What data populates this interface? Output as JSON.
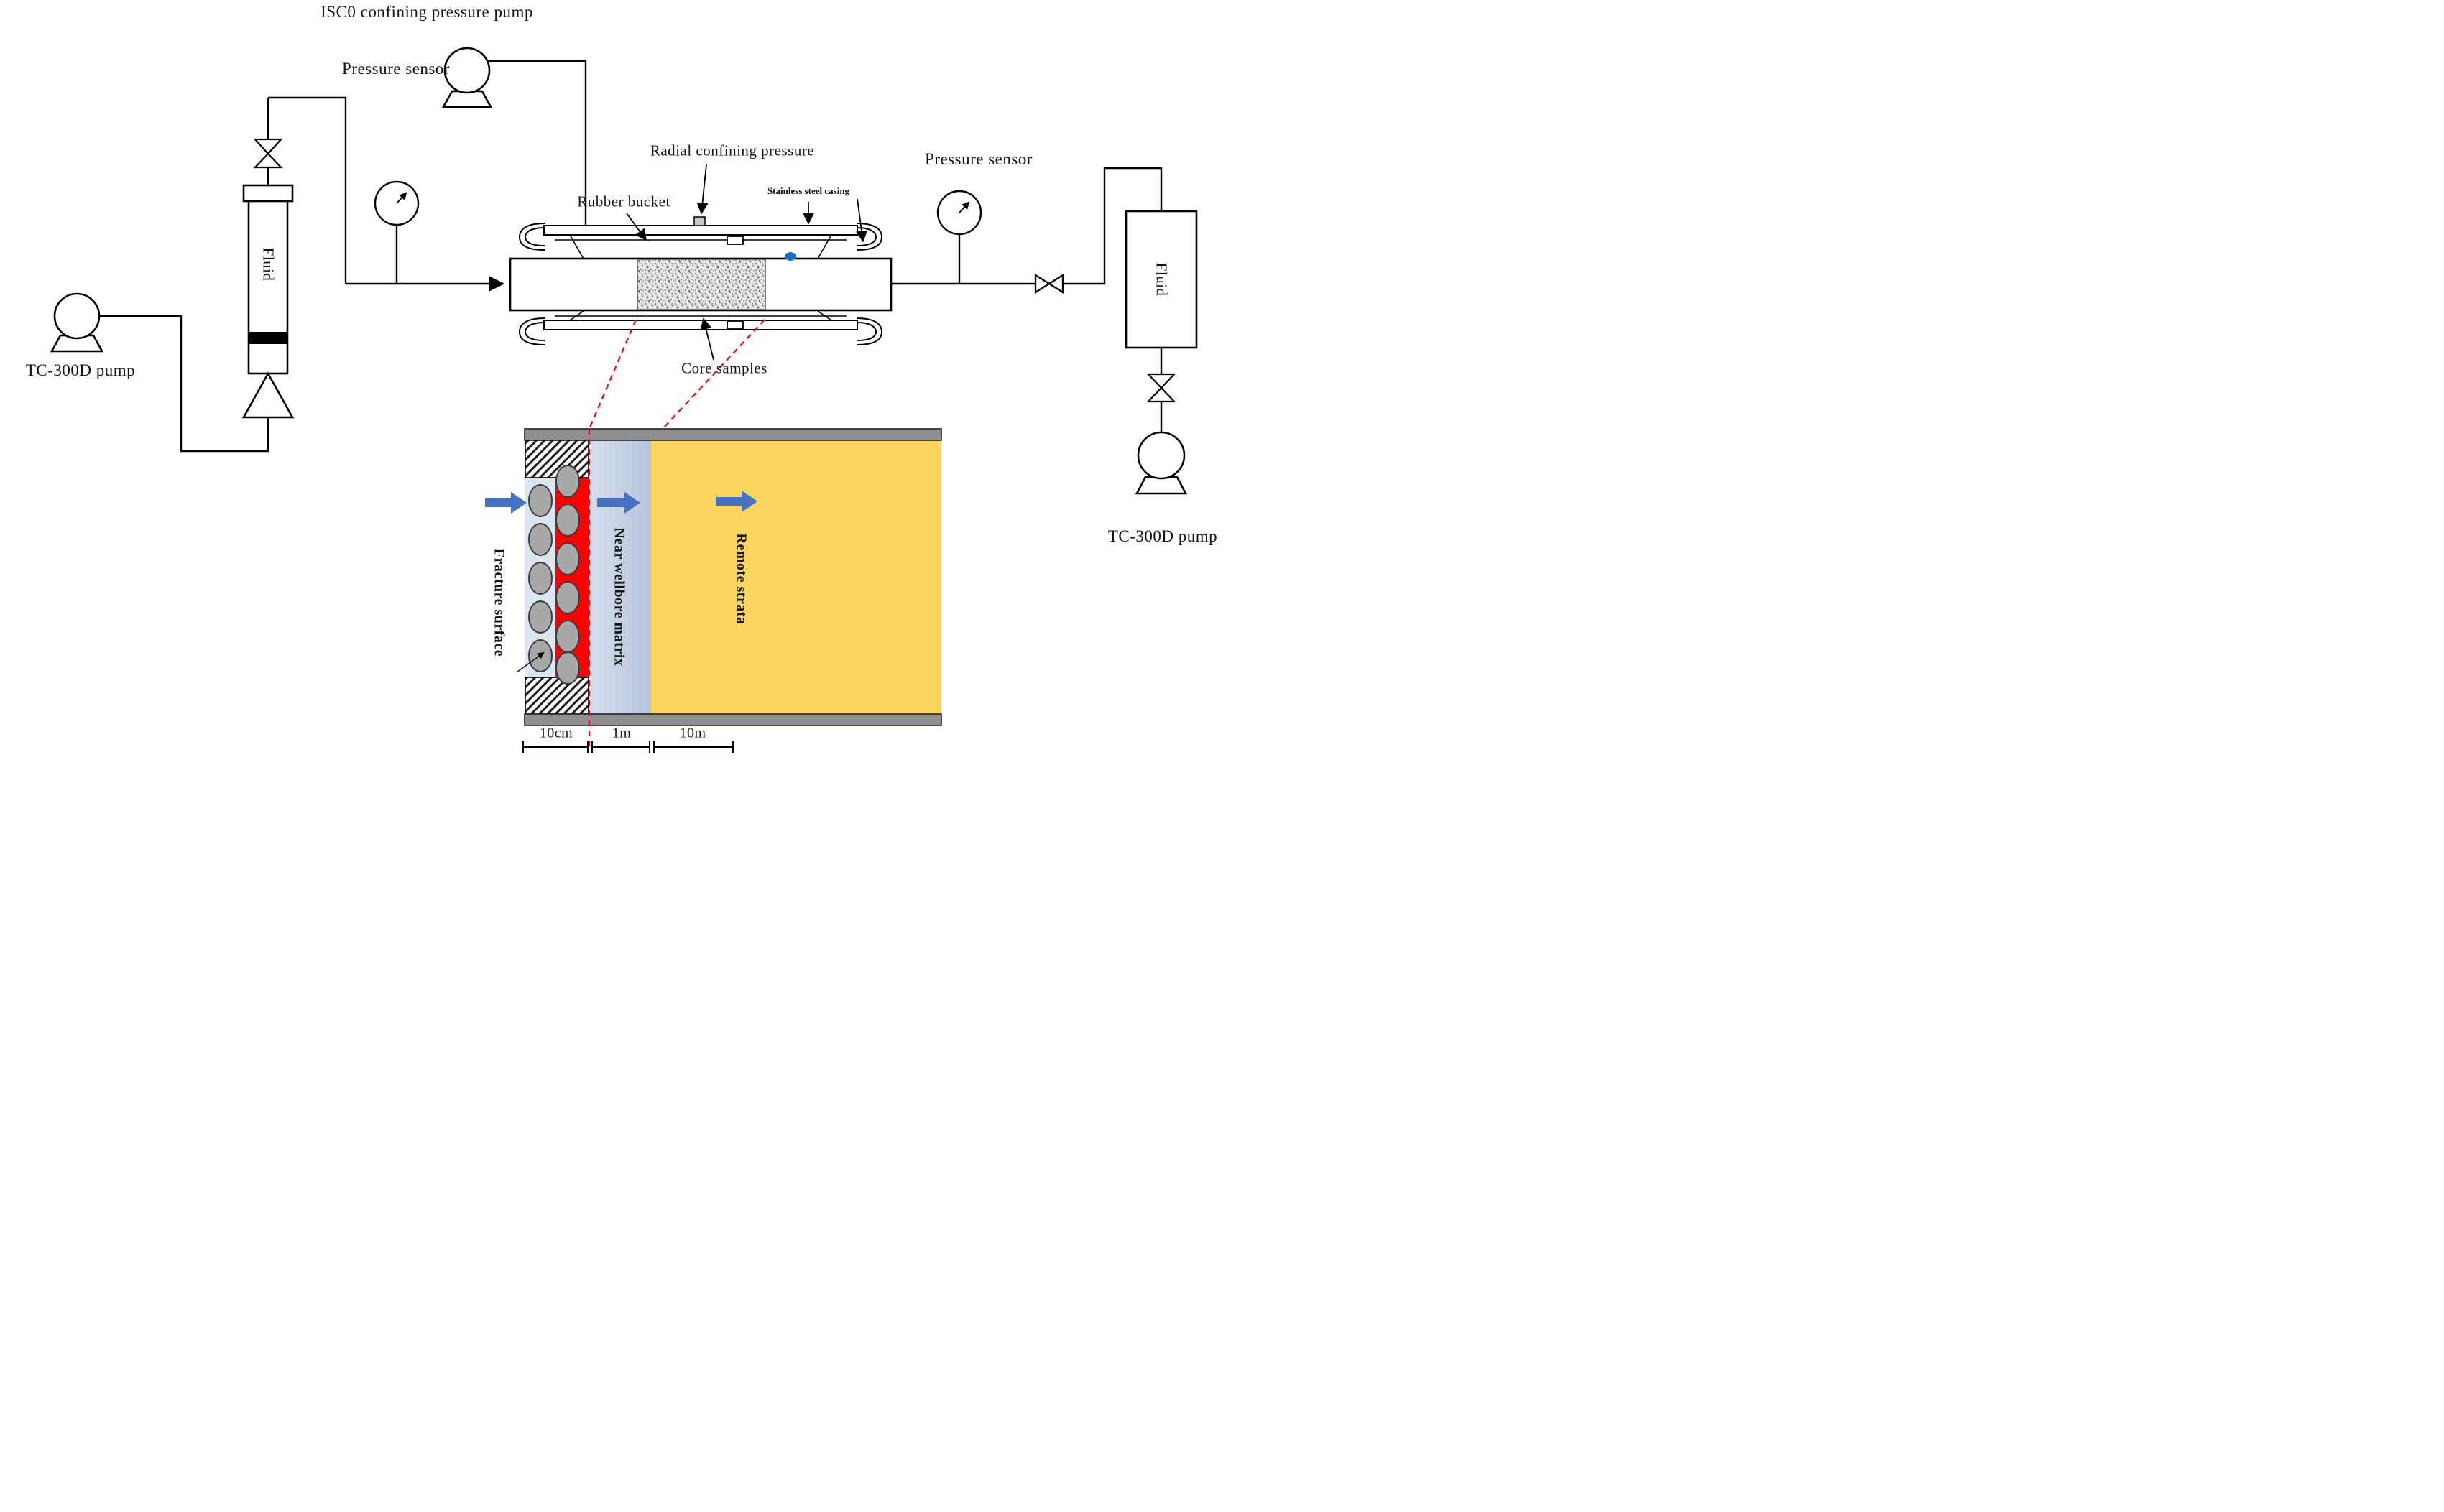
{
  "labels": {
    "isco_pump": "ISC0 confining  pressure  pump",
    "pressure_sensor_left": "Pressure  sensor",
    "pressure_sensor_right": "Pressure  sensor",
    "rubber_bucket": "Rubber bucket",
    "radial_confining_pressure": "Radial confining pressure",
    "stainless_steel_casing": "Stainless steel casing",
    "core_samples": "Core samples",
    "fluid_left": "Fluid",
    "fluid_right": "Fluid",
    "tc300d_pump_left": "TC-300D pump",
    "tc300d_pump_right": "TC-300D pump",
    "fracture_surface": "Fracture surface",
    "near_wellbore_matrix": "Near wellbore matrix",
    "remote_strata": "Remote strata",
    "scale_10cm": "10cm",
    "scale_1m": "1m",
    "scale_10m": "10m"
  },
  "colors": {
    "line": "#000000",
    "arrow_blue": "#4472C4",
    "dashed_red": "#FF0000",
    "fracture_red": "#FE0000",
    "fracture_background": "#DCE6F3",
    "near_wellbore_fill": "#C3CFE3",
    "remote_strata_yellow": "#FBD55E",
    "proppant_gray": "#A8A8A8",
    "gray_bar": "#8F8F8F",
    "casing_port_gray": "#C9C9C9",
    "sensor_dot_blue": "#1A6FBF"
  }
}
